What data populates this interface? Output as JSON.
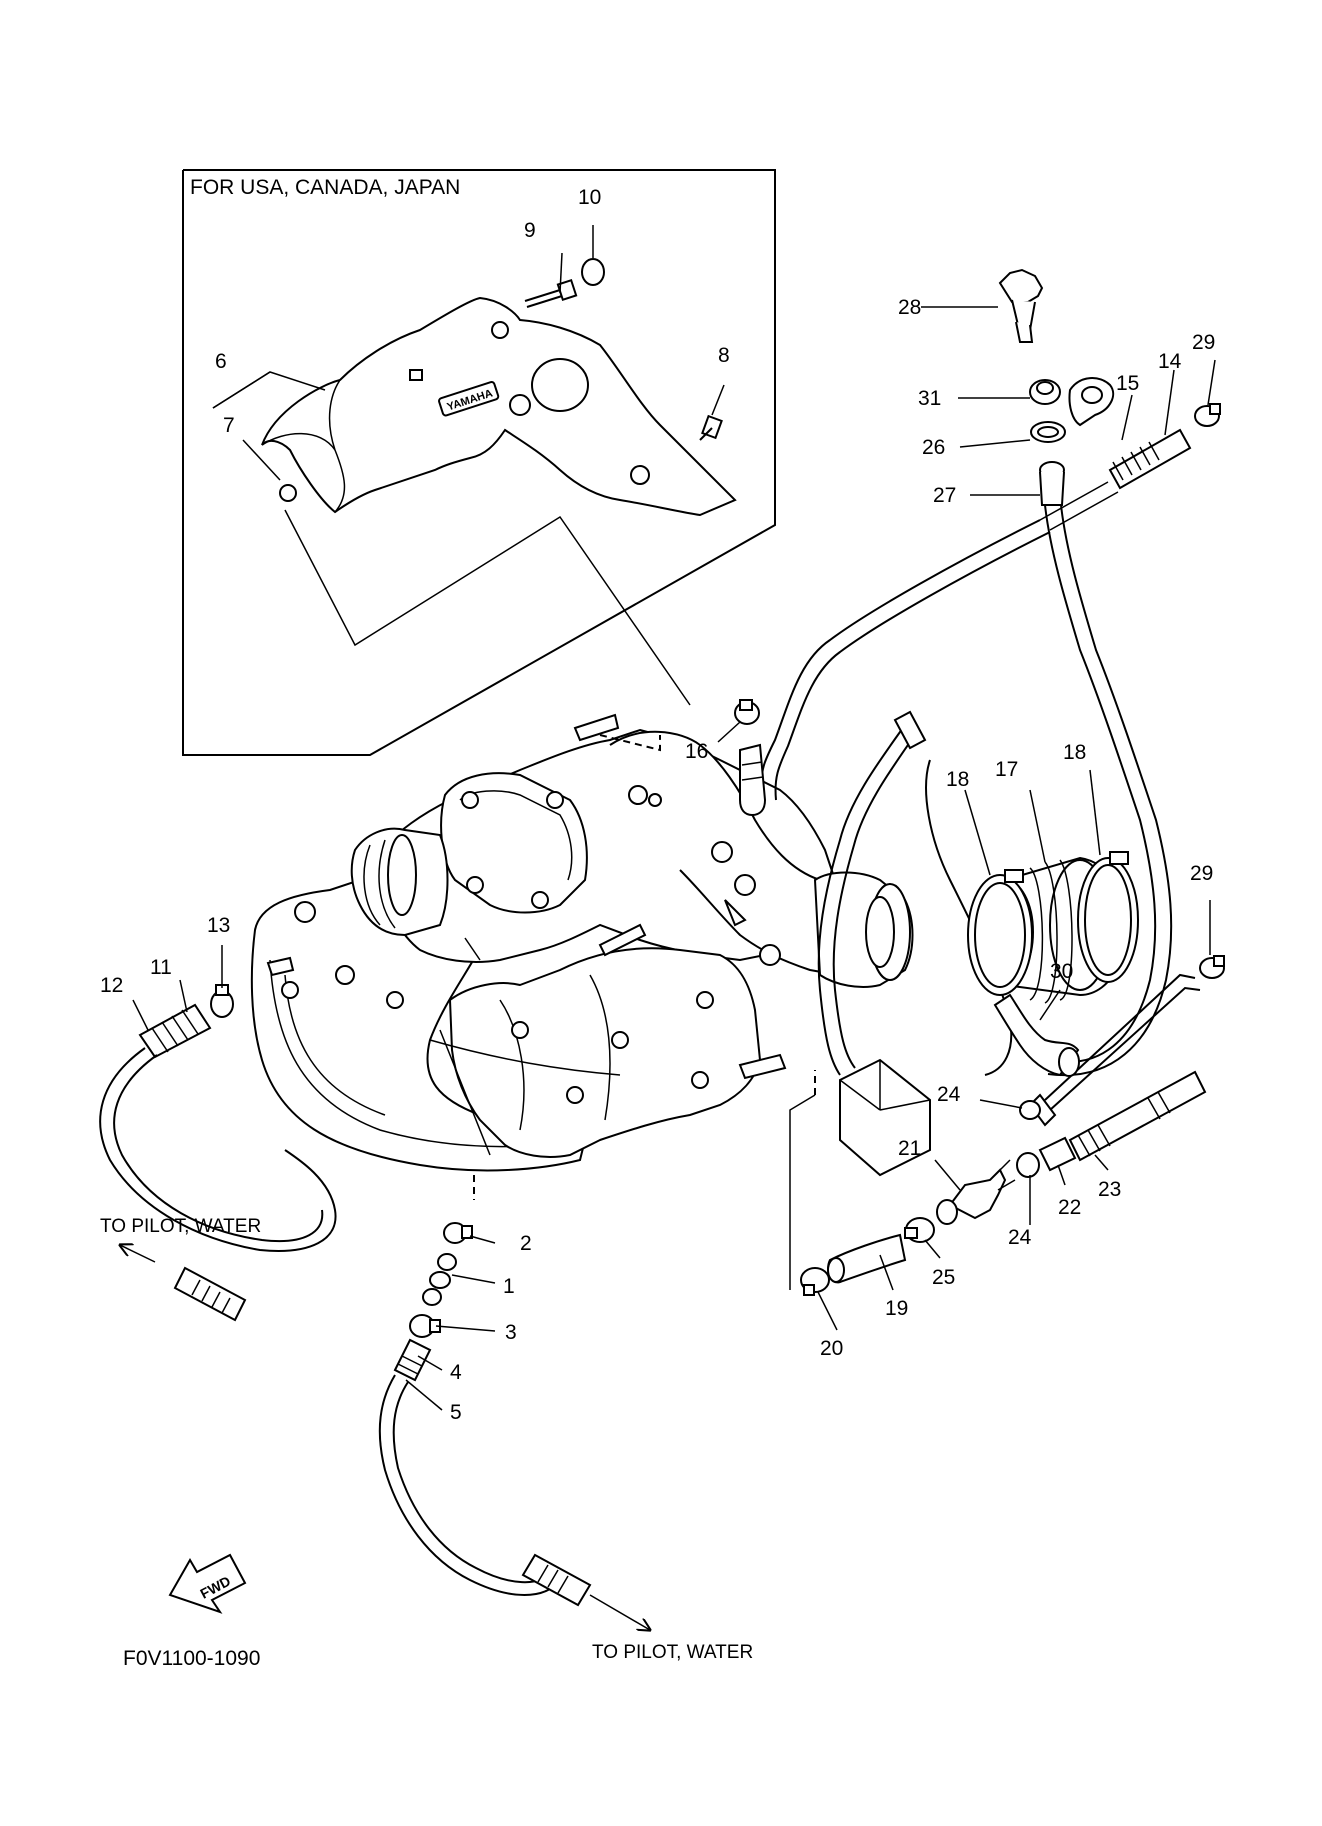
{
  "inset": {
    "title": "FOR USA, CANADA,  JAPAN",
    "brand": "YAMAHA"
  },
  "captions": {
    "pilot_left": "TO PILOT, WATER",
    "pilot_bottom": "TO PILOT, WATER"
  },
  "fwd_label": "FWD",
  "figure_code": "F0V1100-1090",
  "callouts": {
    "c1": "1",
    "c2": "2",
    "c3": "3",
    "c4": "4",
    "c5": "5",
    "c6": "6",
    "c7": "7",
    "c8": "8",
    "c9": "9",
    "c10": "10",
    "c11": "11",
    "c12": "12",
    "c13": "13",
    "c14": "14",
    "c15": "15",
    "c16": "16",
    "c17": "17",
    "c18a": "18",
    "c18b": "18",
    "c19": "19",
    "c20": "20",
    "c21": "21",
    "c22": "22",
    "c23": "23",
    "c24a": "24",
    "c24b": "24",
    "c25": "25",
    "c26": "26",
    "c27": "27",
    "c28": "28",
    "c29a": "29",
    "c29b": "29",
    "c30": "30",
    "c31": "31"
  }
}
